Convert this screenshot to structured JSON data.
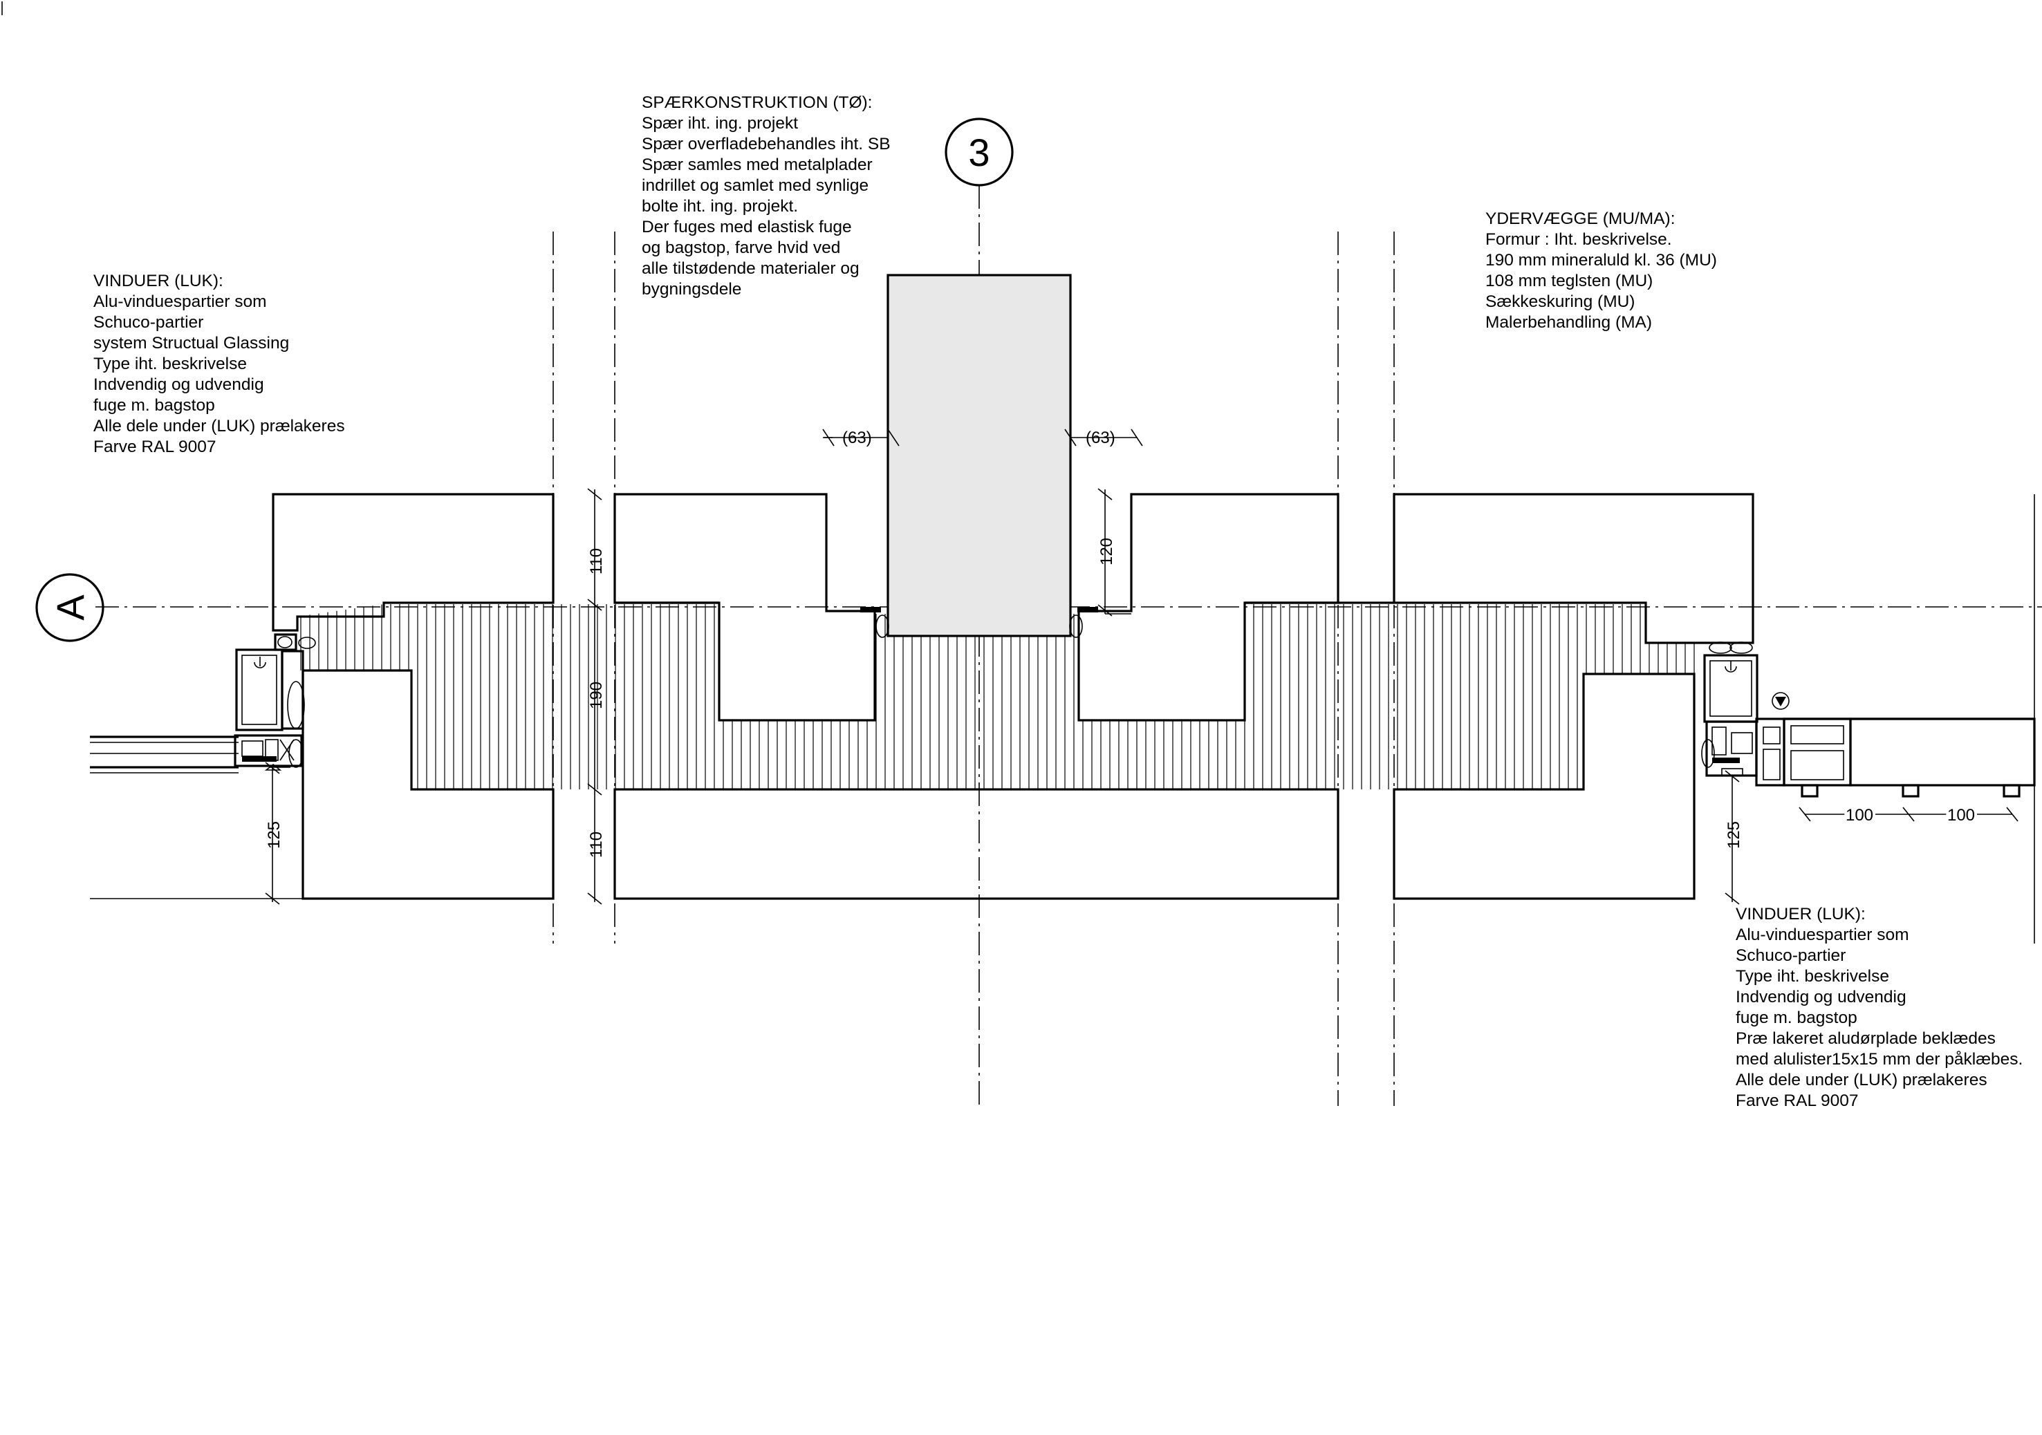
{
  "notes": {
    "window_left": {
      "title": "VINDUER (LUK):",
      "lines": [
        "Alu-vinduespartier som",
        "Schuco-partier",
        "system Structual Glassing",
        "Type iht. beskrivelse",
        "Indvendig og udvendig",
        "fuge m. bagstop",
        "Alle dele under (LUK) prælakeres",
        "Farve RAL 9007"
      ]
    },
    "rafter": {
      "title": "SPÆRKONSTRUKTION (TØ):",
      "lines": [
        "Spær iht. ing. projekt",
        "Spær overfladebehandles iht. SB",
        "Spær samles med metalplader",
        "indrillet og samlet med synlige",
        "bolte iht. ing. projekt.",
        "Der fuges med elastisk fuge",
        "og bagstop, farve hvid ved",
        "alle tilstødende materialer og",
        "bygningsdele"
      ]
    },
    "outer_wall": {
      "title": "YDERVÆGGE (MU/MA):",
      "lines": [
        "Formur : Iht. beskrivelse.",
        "190 mm mineraluld kl. 36 (MU)",
        "108 mm teglsten (MU)",
        "Sækkeskuring (MU)",
        "Malerbehandling (MA)"
      ]
    },
    "window_right": {
      "title": "VINDUER (LUK):",
      "lines": [
        "Alu-vinduespartier som",
        "Schuco-partier",
        "Type iht. beskrivelse",
        "Indvendig og udvendig",
        "fuge m. bagstop",
        "Præ lakeret aludørplade beklædes",
        "med alulister15x15 mm der påklæbes.",
        "Alle dele under (LUK) prælakeres",
        "Farve RAL 9007"
      ]
    }
  },
  "grid_labels": {
    "column": "3",
    "row": "A"
  },
  "dimensions": {
    "rafter_left": "(63)",
    "rafter_right": "(63)",
    "outer_leaf": "110",
    "insulation": "190",
    "inner_leaf": "110",
    "pier_outer": "120",
    "left_reveal": "125",
    "right_reveal": "125",
    "spacing_1": "100",
    "spacing_2": "100"
  },
  "colors": {
    "line": "#000000",
    "rafter_fill": "#e8e8e8",
    "paper": "#ffffff"
  }
}
